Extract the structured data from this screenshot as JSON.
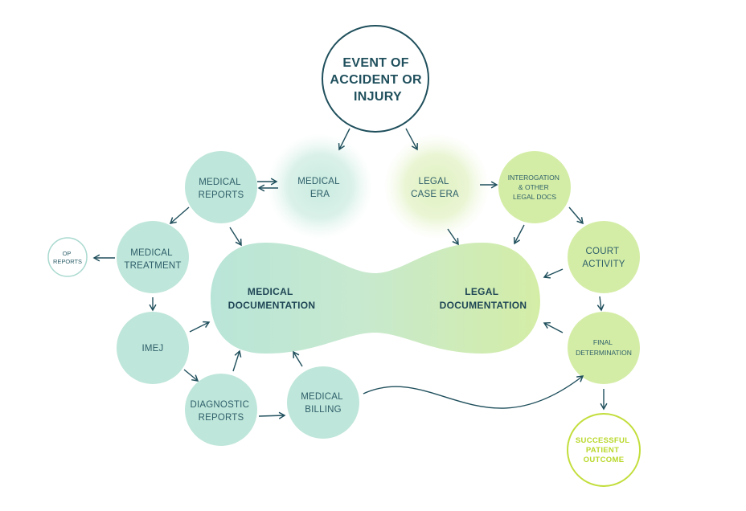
{
  "colors": {
    "navy": "#1f4f5c",
    "text": "#2e5f6a",
    "teal_fill": "#bfe6da",
    "lime_fill": "#d8eea8",
    "outcome_lime": "#c2de3c",
    "op_teal": "#a9d9cf"
  },
  "nodes": {
    "event": [
      "EVENT OF",
      "ACCIDENT OR",
      "INJURY"
    ],
    "medical_era": [
      "MEDICAL",
      "ERA"
    ],
    "legal_case_era": [
      "LEGAL",
      "CASE ERA"
    ],
    "medical_reports": [
      "MEDICAL",
      "REPORTS"
    ],
    "interogation": [
      "INTEROGATION",
      "& OTHER",
      "LEGAL DOCS"
    ],
    "medical_treatment": [
      "MEDICAL",
      "TREATMENT"
    ],
    "op_reports": [
      "OP",
      "REPORTS"
    ],
    "court_activity": [
      "COURT",
      "ACTIVITY"
    ],
    "medical_documentation": [
      "MEDICAL",
      "DOCUMENTATION"
    ],
    "legal_documentation": [
      "LEGAL",
      "DOCUMENTATION"
    ],
    "imej": [
      "IMEJ"
    ],
    "final_determination": [
      "FINAL",
      "DETERMINATION"
    ],
    "diagnostic_reports": [
      "DIAGNOSTIC",
      "REPORTS"
    ],
    "medical_billing": [
      "MEDICAL",
      "BILLING"
    ],
    "successful_outcome": [
      "SUCCESSFUL",
      "PATIENT",
      "OUTCOME"
    ]
  }
}
